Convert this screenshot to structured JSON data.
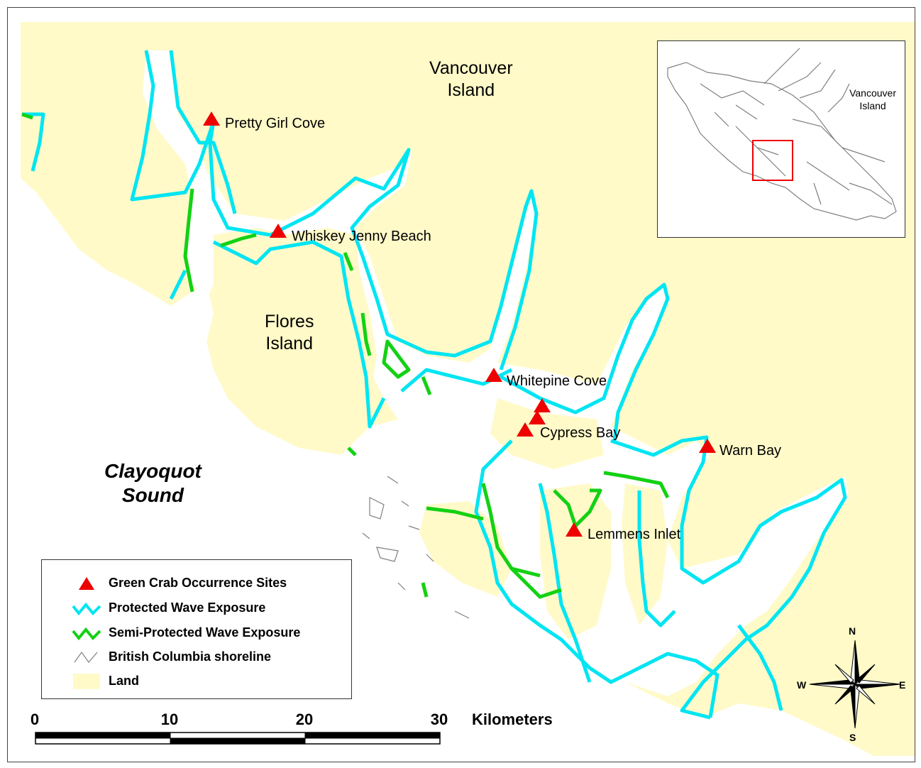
{
  "colors": {
    "land": "#FFFAC8",
    "water": "#FFFFFF",
    "protected": "#00E5F2",
    "semi_protected": "#13D113",
    "shoreline": "#808080",
    "site_marker": "#EE0000",
    "inset_box": "#EE0000"
  },
  "map_labels": {
    "vancouver_island": "Vancouver\nIsland",
    "flores_island": "Flores\nIsland",
    "clayoquot_sound": "Clayoquot\nSound"
  },
  "sites": [
    {
      "name": "Pretty Girl Cove"
    },
    {
      "name": "Whiskey Jenny Beach"
    },
    {
      "name": "Whitepine Cove"
    },
    {
      "name": "Cypress Bay"
    },
    {
      "name": "Warn Bay"
    },
    {
      "name": "Lemmens Inlet"
    }
  ],
  "inset": {
    "label": "Vancouver\nIsland"
  },
  "legend": {
    "items": [
      {
        "label": "Green Crab Occurrence Sites",
        "icon": "triangle-icon"
      },
      {
        "label": "Protected Wave Exposure",
        "icon": "cyan-line-icon"
      },
      {
        "label": "Semi-Protected Wave Exposure",
        "icon": "green-line-icon"
      },
      {
        "label": "British Columbia shoreline",
        "icon": "gray-line-icon"
      },
      {
        "label": "Land",
        "icon": "land-swatch-icon"
      }
    ]
  },
  "scale_bar": {
    "ticks": [
      "0",
      "10",
      "20",
      "30"
    ],
    "unit": "Kilometers"
  },
  "compass": {
    "n": "N",
    "s": "S",
    "e": "E",
    "w": "W"
  }
}
